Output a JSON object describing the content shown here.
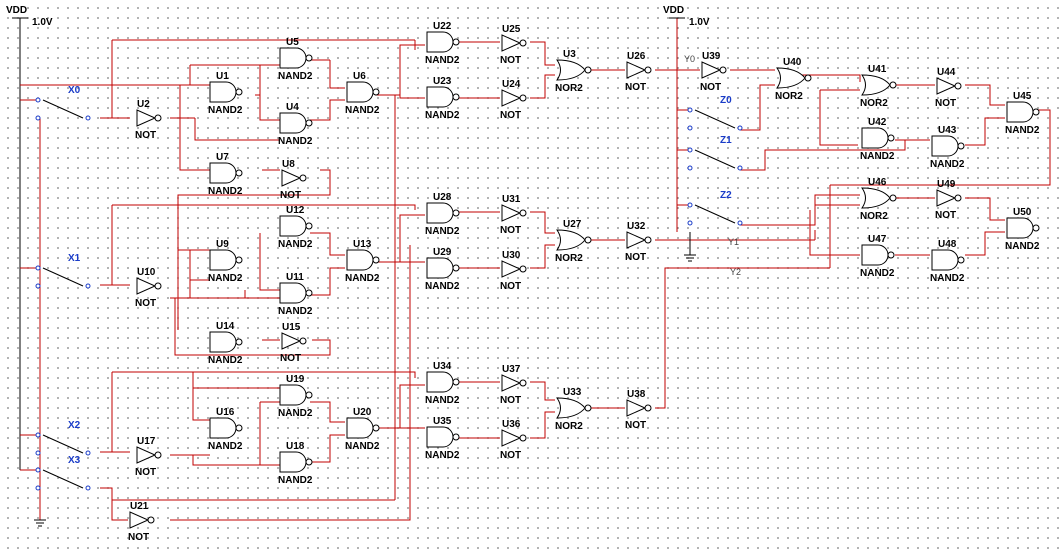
{
  "supplies": [
    {
      "name": "VDD",
      "volt": "1.0V"
    },
    {
      "name": "VDD",
      "volt": "1.0V"
    }
  ],
  "switches": [
    "X0",
    "X1",
    "X2",
    "X3",
    "Z0",
    "Z1",
    "Z2"
  ],
  "gates": [
    {
      "id": "U1",
      "type": "NAND2"
    },
    {
      "id": "U2",
      "type": "NOT"
    },
    {
      "id": "U3",
      "type": "NOR2"
    },
    {
      "id": "U4",
      "type": "NAND2"
    },
    {
      "id": "U5",
      "type": "NAND2"
    },
    {
      "id": "U6",
      "type": "NAND2"
    },
    {
      "id": "U7",
      "type": "NAND2"
    },
    {
      "id": "U8",
      "type": "NOT"
    },
    {
      "id": "U9",
      "type": "NAND2"
    },
    {
      "id": "U10",
      "type": "NOT"
    },
    {
      "id": "U11",
      "type": "NAND2"
    },
    {
      "id": "U12",
      "type": "NAND2"
    },
    {
      "id": "U13",
      "type": "NAND2"
    },
    {
      "id": "U14",
      "type": "NAND2"
    },
    {
      "id": "U15",
      "type": "NOT"
    },
    {
      "id": "U16",
      "type": "NAND2"
    },
    {
      "id": "U17",
      "type": "NOT"
    },
    {
      "id": "U18",
      "type": "NAND2"
    },
    {
      "id": "U19",
      "type": "NAND2"
    },
    {
      "id": "U20",
      "type": "NAND2"
    },
    {
      "id": "U21",
      "type": "NOT"
    },
    {
      "id": "U22",
      "type": "NAND2"
    },
    {
      "id": "U23",
      "type": "NAND2"
    },
    {
      "id": "U24",
      "type": "NOT"
    },
    {
      "id": "U25",
      "type": "NOT"
    },
    {
      "id": "U26",
      "type": "NOT"
    },
    {
      "id": "U27",
      "type": "NOR2"
    },
    {
      "id": "U28",
      "type": "NAND2"
    },
    {
      "id": "U29",
      "type": "NAND2"
    },
    {
      "id": "U30",
      "type": "NOT"
    },
    {
      "id": "U31",
      "type": "NOT"
    },
    {
      "id": "U32",
      "type": "NOT"
    },
    {
      "id": "U33",
      "type": "NOR2"
    },
    {
      "id": "U34",
      "type": "NAND2"
    },
    {
      "id": "U35",
      "type": "NAND2"
    },
    {
      "id": "U36",
      "type": "NOT"
    },
    {
      "id": "U37",
      "type": "NOT"
    },
    {
      "id": "U38",
      "type": "NOT"
    },
    {
      "id": "U39",
      "type": "NOT"
    },
    {
      "id": "U40",
      "type": "NOR2"
    },
    {
      "id": "U41",
      "type": "NOR2"
    },
    {
      "id": "U42",
      "type": "NAND2"
    },
    {
      "id": "U43",
      "type": "NAND2"
    },
    {
      "id": "U44",
      "type": "NOT"
    },
    {
      "id": "U45",
      "type": "NAND2"
    },
    {
      "id": "U46",
      "type": "NOR2"
    },
    {
      "id": "U47",
      "type": "NAND2"
    },
    {
      "id": "U48",
      "type": "NAND2"
    },
    {
      "id": "U49",
      "type": "NOT"
    },
    {
      "id": "U50",
      "type": "NAND2"
    }
  ],
  "nets": [
    "Y0",
    "Y1",
    "Y2"
  ]
}
